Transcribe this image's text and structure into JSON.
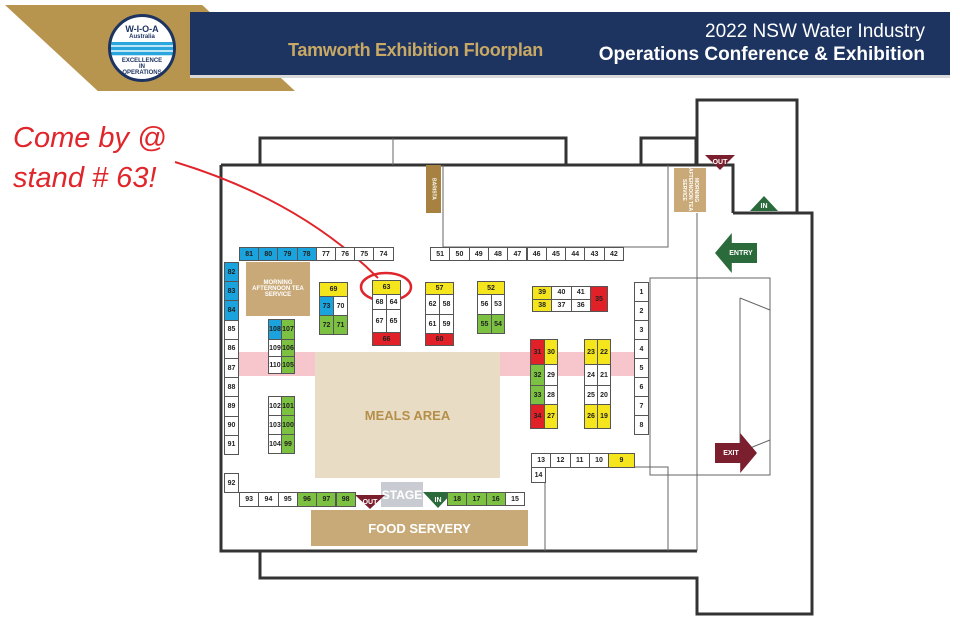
{
  "header": {
    "logo": {
      "top": "W-I-O-A",
      "country": "Australia",
      "motto_1": "EXCELLENCE",
      "motto_2": "IN",
      "motto_3": "OPERATIONS"
    },
    "title": "Tamworth Exhibition Floorplan",
    "conference_line1": "2022 NSW Water Industry",
    "conference_line2": "Operations Conference & Exhibition"
  },
  "annotation": {
    "line1": "Come by @",
    "line2": "stand # 63!",
    "highlight_stand": "63",
    "color": "#e0252b"
  },
  "zones": {
    "meals": "MEALS AREA",
    "food": "FOOD SERVERY",
    "stage": "STAGE",
    "tea_left": "MORNING AFTERNOON TEA SERVICE",
    "tea_right": "MORNING AFTERNOON TEA SERVICE",
    "barista": "BARISTA"
  },
  "signs": {
    "out_bottom": "OUT",
    "in_bottom": "IN",
    "out_top": "OUT",
    "in_top": "IN",
    "entry": "ENTRY",
    "exit": "EXIT"
  },
  "colors": {
    "yellow": "#f5e51c",
    "blue": "#1aa3dc",
    "green": "#7dc142",
    "red": "#e02128",
    "navy": "#1d3461",
    "gold": "#b8954f"
  },
  "booths": [
    {
      "n": "81",
      "c": "b"
    },
    {
      "n": "80",
      "c": "b"
    },
    {
      "n": "79",
      "c": "b"
    },
    {
      "n": "78",
      "c": "b"
    },
    {
      "n": "77",
      "c": ""
    },
    {
      "n": "76",
      "c": ""
    },
    {
      "n": "75",
      "c": ""
    },
    {
      "n": "74",
      "c": ""
    },
    {
      "n": "51",
      "c": ""
    },
    {
      "n": "50",
      "c": ""
    },
    {
      "n": "49",
      "c": ""
    },
    {
      "n": "48",
      "c": ""
    },
    {
      "n": "47",
      "c": ""
    },
    {
      "n": "46",
      "c": ""
    },
    {
      "n": "45",
      "c": ""
    },
    {
      "n": "44",
      "c": ""
    },
    {
      "n": "43",
      "c": ""
    },
    {
      "n": "42",
      "c": ""
    },
    {
      "n": "82",
      "c": "b"
    },
    {
      "n": "83",
      "c": "b"
    },
    {
      "n": "84",
      "c": "b"
    },
    {
      "n": "85",
      "c": ""
    },
    {
      "n": "86",
      "c": ""
    },
    {
      "n": "87",
      "c": ""
    },
    {
      "n": "88",
      "c": ""
    },
    {
      "n": "89",
      "c": ""
    },
    {
      "n": "90",
      "c": ""
    },
    {
      "n": "91",
      "c": ""
    },
    {
      "n": "92",
      "c": ""
    },
    {
      "n": "93",
      "c": ""
    },
    {
      "n": "94",
      "c": ""
    },
    {
      "n": "95",
      "c": ""
    },
    {
      "n": "96",
      "c": "g"
    },
    {
      "n": "97",
      "c": "g"
    },
    {
      "n": "98",
      "c": "g"
    },
    {
      "n": "69",
      "c": "y"
    },
    {
      "n": "73",
      "c": "b"
    },
    {
      "n": "70",
      "c": ""
    },
    {
      "n": "72",
      "c": "g"
    },
    {
      "n": "71",
      "c": "g"
    },
    {
      "n": "63",
      "c": "y"
    },
    {
      "n": "68",
      "c": ""
    },
    {
      "n": "64",
      "c": ""
    },
    {
      "n": "67",
      "c": ""
    },
    {
      "n": "65",
      "c": ""
    },
    {
      "n": "66",
      "c": "r"
    },
    {
      "n": "57",
      "c": "y"
    },
    {
      "n": "62",
      "c": ""
    },
    {
      "n": "58",
      "c": ""
    },
    {
      "n": "61",
      "c": ""
    },
    {
      "n": "59",
      "c": ""
    },
    {
      "n": "60",
      "c": "r"
    },
    {
      "n": "52",
      "c": "y"
    },
    {
      "n": "56",
      "c": ""
    },
    {
      "n": "53",
      "c": ""
    },
    {
      "n": "55",
      "c": "g"
    },
    {
      "n": "54",
      "c": "g"
    },
    {
      "n": "108",
      "c": "b"
    },
    {
      "n": "107",
      "c": "g"
    },
    {
      "n": "109",
      "c": ""
    },
    {
      "n": "106",
      "c": "g"
    },
    {
      "n": "110",
      "c": ""
    },
    {
      "n": "105",
      "c": "g"
    },
    {
      "n": "102",
      "c": ""
    },
    {
      "n": "101",
      "c": "g"
    },
    {
      "n": "103",
      "c": ""
    },
    {
      "n": "100",
      "c": "g"
    },
    {
      "n": "104",
      "c": ""
    },
    {
      "n": "99",
      "c": "g"
    },
    {
      "n": "39",
      "c": "y"
    },
    {
      "n": "40",
      "c": ""
    },
    {
      "n": "41",
      "c": ""
    },
    {
      "n": "38",
      "c": "y"
    },
    {
      "n": "37",
      "c": ""
    },
    {
      "n": "36",
      "c": ""
    },
    {
      "n": "35",
      "c": "r"
    },
    {
      "n": "31",
      "c": "r"
    },
    {
      "n": "30",
      "c": "y"
    },
    {
      "n": "32",
      "c": "g"
    },
    {
      "n": "29",
      "c": ""
    },
    {
      "n": "33",
      "c": "g"
    },
    {
      "n": "28",
      "c": ""
    },
    {
      "n": "34",
      "c": "r"
    },
    {
      "n": "27",
      "c": "y"
    },
    {
      "n": "23",
      "c": "y"
    },
    {
      "n": "22",
      "c": "y"
    },
    {
      "n": "24",
      "c": ""
    },
    {
      "n": "21",
      "c": ""
    },
    {
      "n": "25",
      "c": ""
    },
    {
      "n": "20",
      "c": ""
    },
    {
      "n": "26",
      "c": "y"
    },
    {
      "n": "19",
      "c": "y"
    },
    {
      "n": "1",
      "c": ""
    },
    {
      "n": "2",
      "c": ""
    },
    {
      "n": "3",
      "c": ""
    },
    {
      "n": "4",
      "c": ""
    },
    {
      "n": "5",
      "c": ""
    },
    {
      "n": "6",
      "c": ""
    },
    {
      "n": "7",
      "c": ""
    },
    {
      "n": "8",
      "c": ""
    },
    {
      "n": "13",
      "c": ""
    },
    {
      "n": "12",
      "c": ""
    },
    {
      "n": "11",
      "c": ""
    },
    {
      "n": "10",
      "c": ""
    },
    {
      "n": "9",
      "c": "y"
    },
    {
      "n": "14",
      "c": ""
    },
    {
      "n": "18",
      "c": "g"
    },
    {
      "n": "17",
      "c": "g"
    },
    {
      "n": "16",
      "c": "g"
    },
    {
      "n": "15",
      "c": ""
    }
  ]
}
